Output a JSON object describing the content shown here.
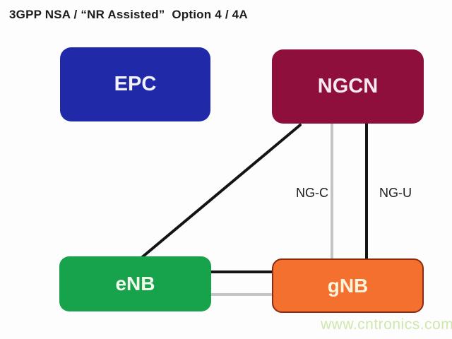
{
  "title": "3GPP NSA / “NR Assisted”  Option 4 / 4A",
  "diagram": {
    "nodes": {
      "epc": {
        "label": "EPC",
        "color": "#2029a8"
      },
      "ngcn": {
        "label": "NGCN",
        "color": "#8e0e3c"
      },
      "enb": {
        "label": "eNB",
        "color": "#17a24c"
      },
      "gnb": {
        "label": "gNB",
        "color": "#f4702e",
        "border_color": "#8d2b10"
      }
    },
    "edges": [
      {
        "from": "NGCN",
        "to": "eNB",
        "style": "black",
        "label": ""
      },
      {
        "from": "NGCN",
        "to": "gNB",
        "style": "gray",
        "label": "NG-C"
      },
      {
        "from": "NGCN",
        "to": "gNB",
        "style": "black",
        "label": "NG-U"
      },
      {
        "from": "eNB",
        "to": "gNB",
        "style": "black",
        "label": ""
      },
      {
        "from": "eNB",
        "to": "gNB",
        "style": "gray",
        "label": ""
      }
    ]
  },
  "colors": {
    "edge_black": "#141414",
    "edge_gray": "#c4c4c4",
    "title_text": "#1c1c1c",
    "watermark": "#cfe7ae",
    "background": "#fdfdfd"
  },
  "watermark": "www.cntronics.com"
}
